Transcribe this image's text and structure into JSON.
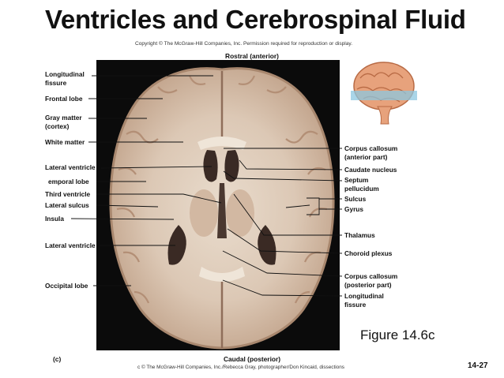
{
  "slide": {
    "title": "Ventricles and Cerebrospinal Fluid",
    "copyright": "Copyright © The McGraw-Hill Companies, Inc. Permission required for reproduction or display.",
    "orientation_top": "Rostral (anterior)",
    "orientation_bottom": "Caudal (posterior)",
    "panel_letter": "(c)",
    "credit": "c © The McGraw-Hill Companies, Inc./Rebecca Gray, photographer/Don Kincaid, dissections",
    "figure_label": "Figure 14.6c",
    "page_number": "14-27"
  },
  "labels_left": {
    "longitudinal_fissure": [
      "Longitudinal",
      "fissure"
    ],
    "frontal_lobe": "Frontal lobe",
    "gray_matter": [
      "Gray matter",
      "(cortex)"
    ],
    "white_matter": "White matter",
    "lateral_ventricle_1": "Lateral ventricle",
    "temporal_lobe": "emporal lobe",
    "third_ventricle": "Third ventricle",
    "lateral_sulcus": "Lateral sulcus",
    "insula": "Insula",
    "lateral_ventricle_2": "Lateral ventricle",
    "occipital_lobe": "Occipital lobe"
  },
  "labels_right": {
    "corpus_callosum_anterior": [
      "Corpus callosum",
      "(anterior part)"
    ],
    "caudate_nucleus": "Caudate nucleus",
    "septum_pellucidum": [
      "Septum",
      "pellucidum"
    ],
    "sulcus": "Sulcus",
    "gyrus": "Gyrus",
    "thalamus": "Thalamus",
    "choroid_plexus": "Choroid plexus",
    "corpus_callosum_posterior": [
      "Corpus callosum",
      "(posterior part)"
    ],
    "longitudinal_fissure": [
      "Longitudinal",
      "fissure"
    ]
  },
  "colors": {
    "photo_background": "#0b0b0b",
    "brain_tissue": "#cfb8a4",
    "white_matter": "#e6d9cb",
    "ventricle": "#3a2a24",
    "leader_line": "#111111"
  }
}
